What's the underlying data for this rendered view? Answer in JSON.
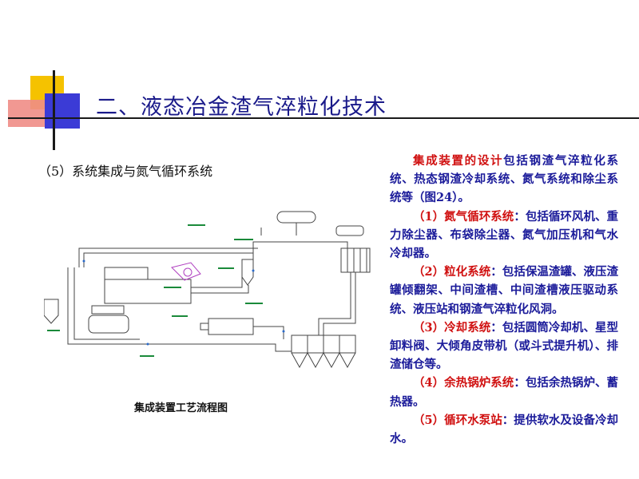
{
  "slide": {
    "title": "二、液态冶金渣气淬粒化技术",
    "subtitle": "（5）系统集成与氮气循环系统",
    "figure_caption": "集成装置工艺流程图"
  },
  "paragraphs": [
    {
      "highlight": "集成装置的设计",
      "body": "包括钢渣气淬粒化系统、热态钢渣冷却系统、氮气系统和除尘系统等（图24）。"
    },
    {
      "highlight": "（1）氮气循环系统",
      "body": "：包括循环风机、重力除尘器、布袋除尘器、氮气加压机和气水冷却器。"
    },
    {
      "highlight": "（2）粒化系统",
      "body": "：包括保温渣罐、液压渣罐倾翻架、中间渣槽、中间渣槽液压驱动系统、液压站和钢渣气淬粒化风洞。"
    },
    {
      "highlight": "（3）冷却系统",
      "body": "：包括圆筒冷却机、星型卸料阀、大倾角皮带机（或斗式提升机）、排渣储仓等。"
    },
    {
      "highlight": "（4）余热锅炉系统",
      "body": "：包括余热锅炉、蓄热器。"
    },
    {
      "highlight": "（5）循环水泵站",
      "body": "：提供软水及设备冷却水。"
    }
  ],
  "colors": {
    "title": "#1a1a8a",
    "body_text": "#1b1b9a",
    "highlight": "#d01010",
    "deco_yellow": "#f5c200",
    "deco_blue": "#3b3bd6",
    "deco_pink": "#f08d86",
    "diagram_label": "#1a8a3a",
    "diagram_accent": "#b040c0"
  }
}
